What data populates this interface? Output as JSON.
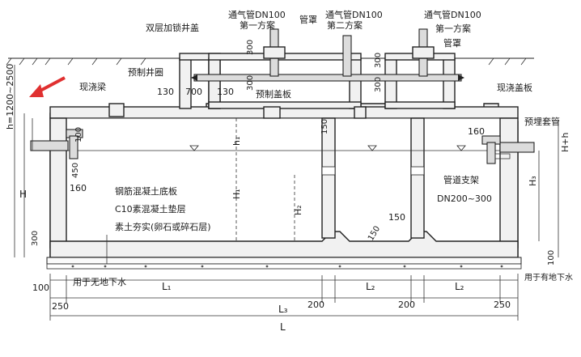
{
  "labels": {
    "double_cover": "双层加锁井盖",
    "vent_pipe_1": "通气管DN100",
    "vent_pipe_1_sub": "第一方案",
    "pipe_hood_1": "管罩",
    "vent_pipe_2": "通气管DN100",
    "vent_pipe_2_sub": "第二方案",
    "vent_pipe_3": "通气管DN100",
    "vent_pipe_3_sub": "第一方案",
    "pipe_hood_2": "管罩",
    "precast_ring": "预制井圈",
    "cast_beam_left": "现浇梁",
    "precast_cover": "预制盖板",
    "cast_cover_right": "现浇盖板",
    "embedded_sleeve": "预埋套管",
    "pipe_support": "管道支架",
    "pipe_dn": "DN200~300",
    "rc_floor": "钢筋混凝土底板",
    "c10_cushion": "C10素混凝土垫层",
    "compacted_soil": "素土夯实(卵石或碎石层)",
    "no_groundwater": "用于无地下水",
    "with_groundwater": "用于有地下水",
    "h_range": "h=1200~2500"
  },
  "dims": {
    "d130_left": "130",
    "d700": "700",
    "d130_right": "130",
    "d300_a": "300",
    "d300_b": "300",
    "d300_c": "300",
    "d300_d": "300",
    "d100_left": "100",
    "d450": "450",
    "d160_left": "160",
    "d160_right": "160",
    "d150_a": "150",
    "d150_b": "150",
    "d150_c": "150",
    "d300_bottom": "300",
    "d100_bottom_left": "100",
    "d100_bottom_right": "100",
    "h_label": "h",
    "h1_a": "h₁",
    "h1_b": "H₁",
    "h2": "H₂",
    "H": "H",
    "H3": "H₃",
    "Hh": "H+h",
    "L1": "L₁",
    "L2_a": "L₂",
    "L2_b": "L₂",
    "L3": "L₃",
    "L": "L",
    "d250_left": "250",
    "d200_a": "200",
    "d200_b": "200",
    "d250_right": "250"
  },
  "colors": {
    "arrow": "#e03030",
    "ink": "#222222",
    "concrete": "#f1f1f1"
  }
}
